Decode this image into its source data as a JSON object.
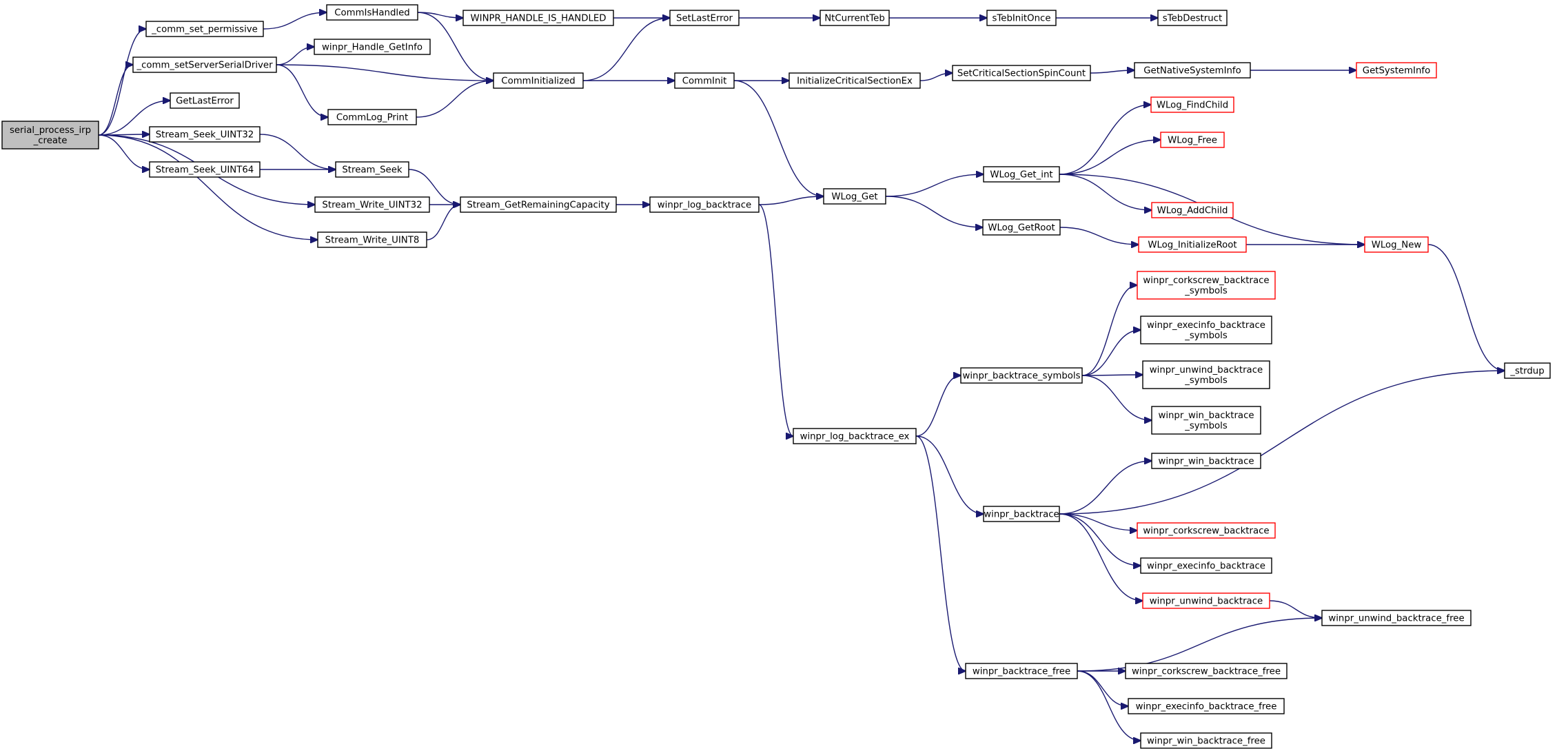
{
  "graph": {
    "root": "serial_process_irp_create",
    "nodes": [
      {
        "id": "root",
        "label": [
          "serial_process_irp",
          "_create"
        ],
        "style": "root"
      },
      {
        "id": "perm",
        "label": [
          "_comm_set_permissive"
        ],
        "style": "normal"
      },
      {
        "id": "serv",
        "label": [
          "_comm_setServerSerialDriver"
        ],
        "style": "normal"
      },
      {
        "id": "getlasterr",
        "label": [
          "GetLastError"
        ],
        "style": "normal"
      },
      {
        "id": "seek32",
        "label": [
          "Stream_Seek_UINT32"
        ],
        "style": "normal"
      },
      {
        "id": "seek64",
        "label": [
          "Stream_Seek_UINT64"
        ],
        "style": "normal"
      },
      {
        "id": "write32",
        "label": [
          "Stream_Write_UINT32"
        ],
        "style": "normal"
      },
      {
        "id": "write8",
        "label": [
          "Stream_Write_UINT8"
        ],
        "style": "normal"
      },
      {
        "id": "ishandled",
        "label": [
          "CommIsHandled"
        ],
        "style": "normal"
      },
      {
        "id": "hgetinfo",
        "label": [
          "winpr_Handle_GetInfo"
        ],
        "style": "normal"
      },
      {
        "id": "logprint",
        "label": [
          "CommLog_Print"
        ],
        "style": "normal"
      },
      {
        "id": "seek",
        "label": [
          "Stream_Seek"
        ],
        "style": "normal"
      },
      {
        "id": "remcap",
        "label": [
          "Stream_GetRemainingCapacity"
        ],
        "style": "normal"
      },
      {
        "id": "winprhandled",
        "label": [
          "WINPR_HANDLE_IS_HANDLED"
        ],
        "style": "normal"
      },
      {
        "id": "comminit",
        "label": [
          "CommInitialized"
        ],
        "style": "normal"
      },
      {
        "id": "setlasterr",
        "label": [
          "SetLastError"
        ],
        "style": "normal"
      },
      {
        "id": "commInit2",
        "label": [
          "CommInit"
        ],
        "style": "normal"
      },
      {
        "id": "logbt",
        "label": [
          "winpr_log_backtrace"
        ],
        "style": "normal"
      },
      {
        "id": "ntteb",
        "label": [
          "NtCurrentTeb"
        ],
        "style": "normal"
      },
      {
        "id": "tebonce",
        "label": [
          "sTebInitOnce"
        ],
        "style": "normal"
      },
      {
        "id": "tebdestruct",
        "label": [
          "sTebDestruct"
        ],
        "style": "normal"
      },
      {
        "id": "initcs",
        "label": [
          "InitializeCriticalSectionEx"
        ],
        "style": "normal"
      },
      {
        "id": "setcs",
        "label": [
          "SetCriticalSectionSpinCount"
        ],
        "style": "normal"
      },
      {
        "id": "getnative",
        "label": [
          "GetNativeSystemInfo"
        ],
        "style": "normal"
      },
      {
        "id": "getsys",
        "label": [
          "GetSystemInfo"
        ],
        "style": "red"
      },
      {
        "id": "wlogget",
        "label": [
          "WLog_Get"
        ],
        "style": "normal"
      },
      {
        "id": "wloggetint",
        "label": [
          "WLog_Get_int"
        ],
        "style": "normal"
      },
      {
        "id": "wloggetroot",
        "label": [
          "WLog_GetRoot"
        ],
        "style": "normal"
      },
      {
        "id": "findchild",
        "label": [
          "WLog_FindChild"
        ],
        "style": "red"
      },
      {
        "id": "wlogfree",
        "label": [
          "WLog_Free"
        ],
        "style": "red"
      },
      {
        "id": "addchild",
        "label": [
          "WLog_AddChild"
        ],
        "style": "red"
      },
      {
        "id": "initroot",
        "label": [
          "WLog_InitializeRoot"
        ],
        "style": "red"
      },
      {
        "id": "wlognew",
        "label": [
          "WLog_New"
        ],
        "style": "red"
      },
      {
        "id": "strdup",
        "label": [
          "_strdup"
        ],
        "style": "normal"
      },
      {
        "id": "logbtex",
        "label": [
          "winpr_log_backtrace_ex"
        ],
        "style": "normal"
      },
      {
        "id": "btsym",
        "label": [
          "winpr_backtrace_symbols"
        ],
        "style": "normal"
      },
      {
        "id": "corksym",
        "label": [
          "winpr_corkscrew_backtrace",
          "_symbols"
        ],
        "style": "red"
      },
      {
        "id": "execsym",
        "label": [
          "winpr_execinfo_backtrace",
          "_symbols"
        ],
        "style": "normal"
      },
      {
        "id": "unwsym",
        "label": [
          "winpr_unwind_backtrace",
          "_symbols"
        ],
        "style": "normal"
      },
      {
        "id": "winsym",
        "label": [
          "winpr_win_backtrace",
          "_symbols"
        ],
        "style": "normal"
      },
      {
        "id": "bt",
        "label": [
          "winpr_backtrace"
        ],
        "style": "normal"
      },
      {
        "id": "winbt",
        "label": [
          "winpr_win_backtrace"
        ],
        "style": "normal"
      },
      {
        "id": "corkbt",
        "label": [
          "winpr_corkscrew_backtrace"
        ],
        "style": "red"
      },
      {
        "id": "execbt",
        "label": [
          "winpr_execinfo_backtrace"
        ],
        "style": "normal"
      },
      {
        "id": "unwbt",
        "label": [
          "winpr_unwind_backtrace"
        ],
        "style": "red"
      },
      {
        "id": "unwfree",
        "label": [
          "winpr_unwind_backtrace_free"
        ],
        "style": "normal"
      },
      {
        "id": "btfree",
        "label": [
          "winpr_backtrace_free"
        ],
        "style": "normal"
      },
      {
        "id": "corkfree",
        "label": [
          "winpr_corkscrew_backtrace_free"
        ],
        "style": "normal"
      },
      {
        "id": "execfree",
        "label": [
          "winpr_execinfo_backtrace_free"
        ],
        "style": "normal"
      },
      {
        "id": "winfree",
        "label": [
          "winpr_win_backtrace_free"
        ],
        "style": "normal"
      }
    ],
    "edges": [
      [
        "root",
        "perm"
      ],
      [
        "root",
        "serv"
      ],
      [
        "root",
        "getlasterr"
      ],
      [
        "root",
        "seek32"
      ],
      [
        "root",
        "seek64"
      ],
      [
        "root",
        "write32"
      ],
      [
        "root",
        "write8"
      ],
      [
        "perm",
        "ishandled"
      ],
      [
        "serv",
        "hgetinfo"
      ],
      [
        "serv",
        "comminit"
      ],
      [
        "serv",
        "logprint"
      ],
      [
        "ishandled",
        "winprhandled"
      ],
      [
        "ishandled",
        "comminit"
      ],
      [
        "winprhandled",
        "setlasterr"
      ],
      [
        "comminit",
        "setlasterr"
      ],
      [
        "comminit",
        "commInit2"
      ],
      [
        "logprint",
        "comminit"
      ],
      [
        "seek32",
        "seek"
      ],
      [
        "seek64",
        "seek"
      ],
      [
        "seek",
        "remcap"
      ],
      [
        "write32",
        "remcap"
      ],
      [
        "write8",
        "remcap"
      ],
      [
        "remcap",
        "logbt"
      ],
      [
        "setlasterr",
        "ntteb"
      ],
      [
        "ntteb",
        "tebonce"
      ],
      [
        "tebonce",
        "tebdestruct"
      ],
      [
        "commInit2",
        "initcs"
      ],
      [
        "commInit2",
        "wlogget"
      ],
      [
        "initcs",
        "setcs"
      ],
      [
        "setcs",
        "getnative"
      ],
      [
        "getnative",
        "getsys"
      ],
      [
        "logbt",
        "wlogget"
      ],
      [
        "logbt",
        "logbtex"
      ],
      [
        "wlogget",
        "wloggetint"
      ],
      [
        "wlogget",
        "wloggetroot"
      ],
      [
        "wloggetint",
        "findchild"
      ],
      [
        "wloggetint",
        "wlogfree"
      ],
      [
        "wloggetint",
        "addchild"
      ],
      [
        "wloggetint",
        "wlognew"
      ],
      [
        "wloggetroot",
        "initroot"
      ],
      [
        "initroot",
        "wlognew"
      ],
      [
        "wlognew",
        "strdup"
      ],
      [
        "logbtex",
        "btsym"
      ],
      [
        "logbtex",
        "bt"
      ],
      [
        "logbtex",
        "btfree"
      ],
      [
        "btsym",
        "corksym"
      ],
      [
        "btsym",
        "execsym"
      ],
      [
        "btsym",
        "unwsym"
      ],
      [
        "btsym",
        "winsym"
      ],
      [
        "bt",
        "winbt"
      ],
      [
        "bt",
        "strdup"
      ],
      [
        "bt",
        "corkbt"
      ],
      [
        "bt",
        "execbt"
      ],
      [
        "bt",
        "unwbt"
      ],
      [
        "unwbt",
        "unwfree"
      ],
      [
        "btfree",
        "unwfree"
      ],
      [
        "btfree",
        "corkfree"
      ],
      [
        "btfree",
        "execfree"
      ],
      [
        "btfree",
        "winfree"
      ]
    ]
  }
}
